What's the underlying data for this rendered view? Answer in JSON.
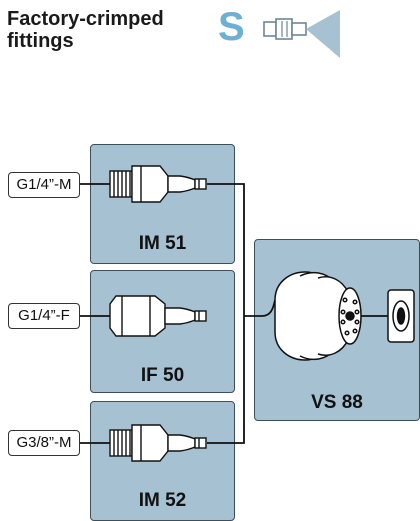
{
  "header": {
    "title_line1": "Factory-crimped",
    "title_line2": "fittings",
    "series_letter": "S"
  },
  "fittings": [
    {
      "code": "IM 51",
      "thread": "G1/4”-M"
    },
    {
      "code": "IF 50",
      "thread": "G1/4”-F"
    },
    {
      "code": "IM 52",
      "thread": "G3/8”-M"
    }
  ],
  "cup": {
    "code": "VS 88"
  },
  "colors": {
    "box_fill": "#a6c1d1",
    "box_border": "#3f4f5a",
    "series_accent": "#6eb0d2"
  },
  "icons": [
    "fitting-series-icon",
    "male-fitting-icon",
    "female-fitting-icon",
    "suction-cup-icon",
    "connector-port-icon"
  ]
}
